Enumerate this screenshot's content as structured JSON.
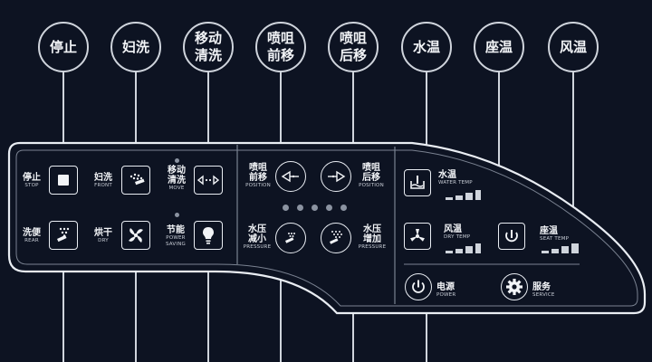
{
  "callouts": [
    {
      "label": "停止"
    },
    {
      "label": "妇洗"
    },
    {
      "label": "移动\n清洗"
    },
    {
      "label": "喷咀\n前移"
    },
    {
      "label": "喷咀\n后移"
    },
    {
      "label": "水温"
    },
    {
      "label": "座温"
    },
    {
      "label": "风温"
    }
  ],
  "buttons": {
    "stop": {
      "cn": "停止",
      "en": "STOP",
      "icon": "square-icon"
    },
    "front": {
      "cn": "妇洗",
      "en": "FRONT",
      "icon": "spray-icon"
    },
    "move": {
      "cn": "移动\n清洗",
      "en": "MOVE",
      "icon": "move-arrows-icon"
    },
    "rear": {
      "cn": "洗便",
      "en": "REAR",
      "icon": "spray-icon"
    },
    "dry": {
      "cn": "烘干",
      "en": "DRY",
      "icon": "fan-icon"
    },
    "power_saving": {
      "cn": "节能",
      "en": "POWER\nSAVING",
      "icon": "bulb-icon"
    },
    "position_front": {
      "cn": "喷咀\n前移",
      "en": "POSITION",
      "icon": "arrow-left-icon"
    },
    "position_rear": {
      "cn": "喷咀\n后移",
      "en": "POSITION",
      "icon": "arrow-right-icon"
    },
    "pressure_down": {
      "cn": "水压\n减小",
      "en": "PRESSURE",
      "icon": "spray-icon"
    },
    "pressure_up": {
      "cn": "水压\n增加",
      "en": "PRESSURE",
      "icon": "spray-icon"
    },
    "water_temp": {
      "cn": "水温",
      "en": "WATER TEMP",
      "icon": "water-temp-icon"
    },
    "dry_temp": {
      "cn": "风温",
      "en": "DRY TEMP",
      "icon": "fan-icon"
    },
    "seat_temp": {
      "cn": "座温",
      "en": "SEAT TEMP",
      "icon": "seat-temp-icon"
    },
    "power": {
      "cn": "电源",
      "en": "POWER",
      "icon": "power-icon"
    },
    "service": {
      "cn": "服务",
      "en": "SERVICE",
      "icon": "gear-icon"
    }
  },
  "colors": {
    "background": "#0d1322",
    "line": "#cfd4dc",
    "text": "#f2f4f7"
  }
}
